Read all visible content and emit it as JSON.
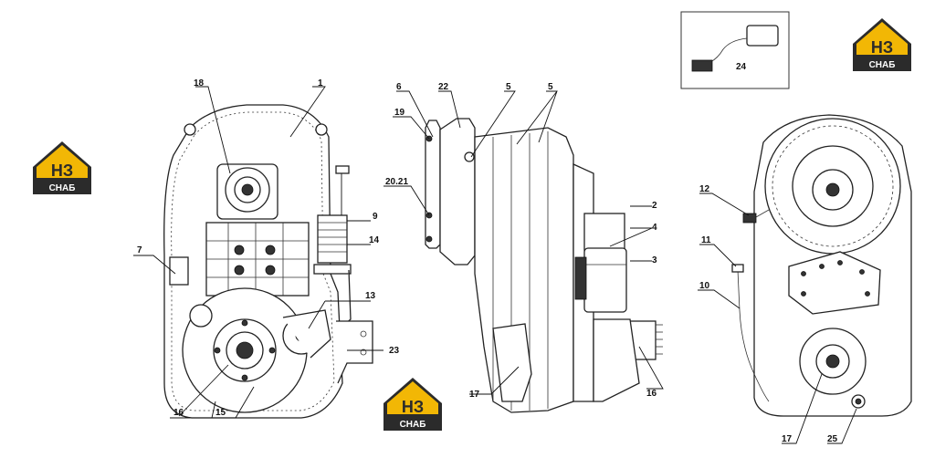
{
  "logo": {
    "top_text": "НЗ",
    "bottom_text": "СНАБ",
    "color": "#f2b705",
    "dark": "#2b2b2b"
  },
  "labels": {
    "l1": "1",
    "l2": "2",
    "l3": "3",
    "l4": "4",
    "l5a": "5",
    "l5b": "5",
    "l6": "6",
    "l7": "7",
    "l9": "9",
    "l10": "10",
    "l11": "11",
    "l12": "12",
    "l13": "13",
    "l14": "14",
    "l15": "15",
    "l16a": "16",
    "l16b": "16",
    "l17a": "17",
    "l17b": "17",
    "l18": "18",
    "l19": "19",
    "l2021": "20.21",
    "l22": "22",
    "l23": "23",
    "l24": "24",
    "l25": "25"
  }
}
